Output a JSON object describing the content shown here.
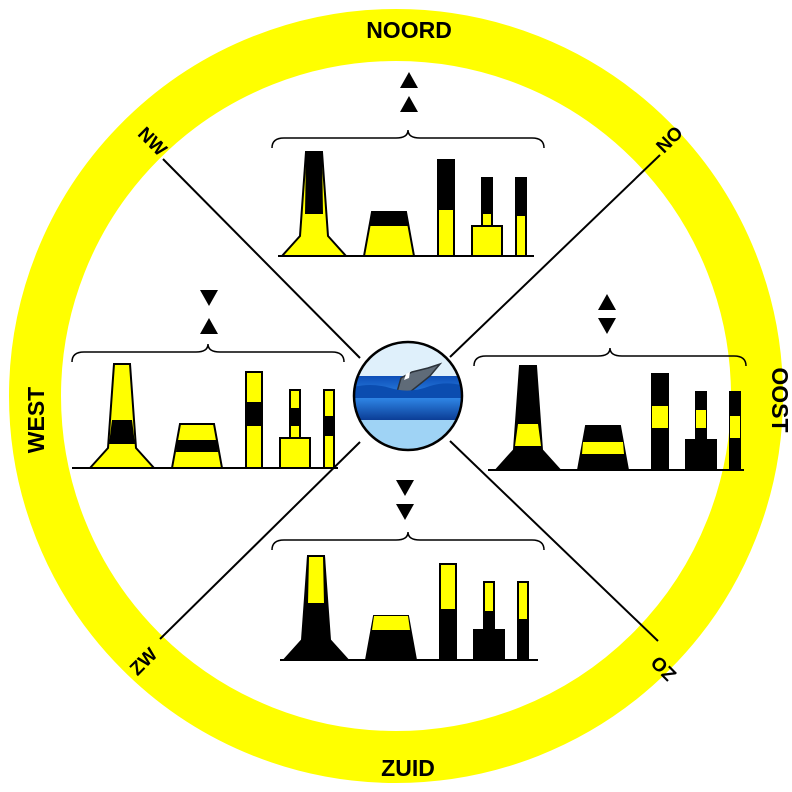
{
  "colors": {
    "ring": "#ffff00",
    "buoy_yellow": "#ffff00",
    "buoy_black": "#000000",
    "water": "#1a6fd6",
    "sky": "#cfe8f7"
  },
  "labels": {
    "north": "NOORD",
    "south": "ZUID",
    "east": "OOST",
    "west": "WEST",
    "northwest": "NW",
    "northeast": "NO",
    "southwest": "ZW",
    "southeast": "ZO"
  },
  "quadrants": [
    {
      "id": "north",
      "topmark": "two cones pointing up",
      "scheme": "black over yellow"
    },
    {
      "id": "east",
      "topmark": "two cones base to base",
      "scheme": "black with yellow band"
    },
    {
      "id": "south",
      "topmark": "two cones pointing down",
      "scheme": "yellow over black"
    },
    {
      "id": "west",
      "topmark": "two cones point to point",
      "scheme": "yellow with black band"
    }
  ],
  "center_icon": "submerged-wreck-icon"
}
